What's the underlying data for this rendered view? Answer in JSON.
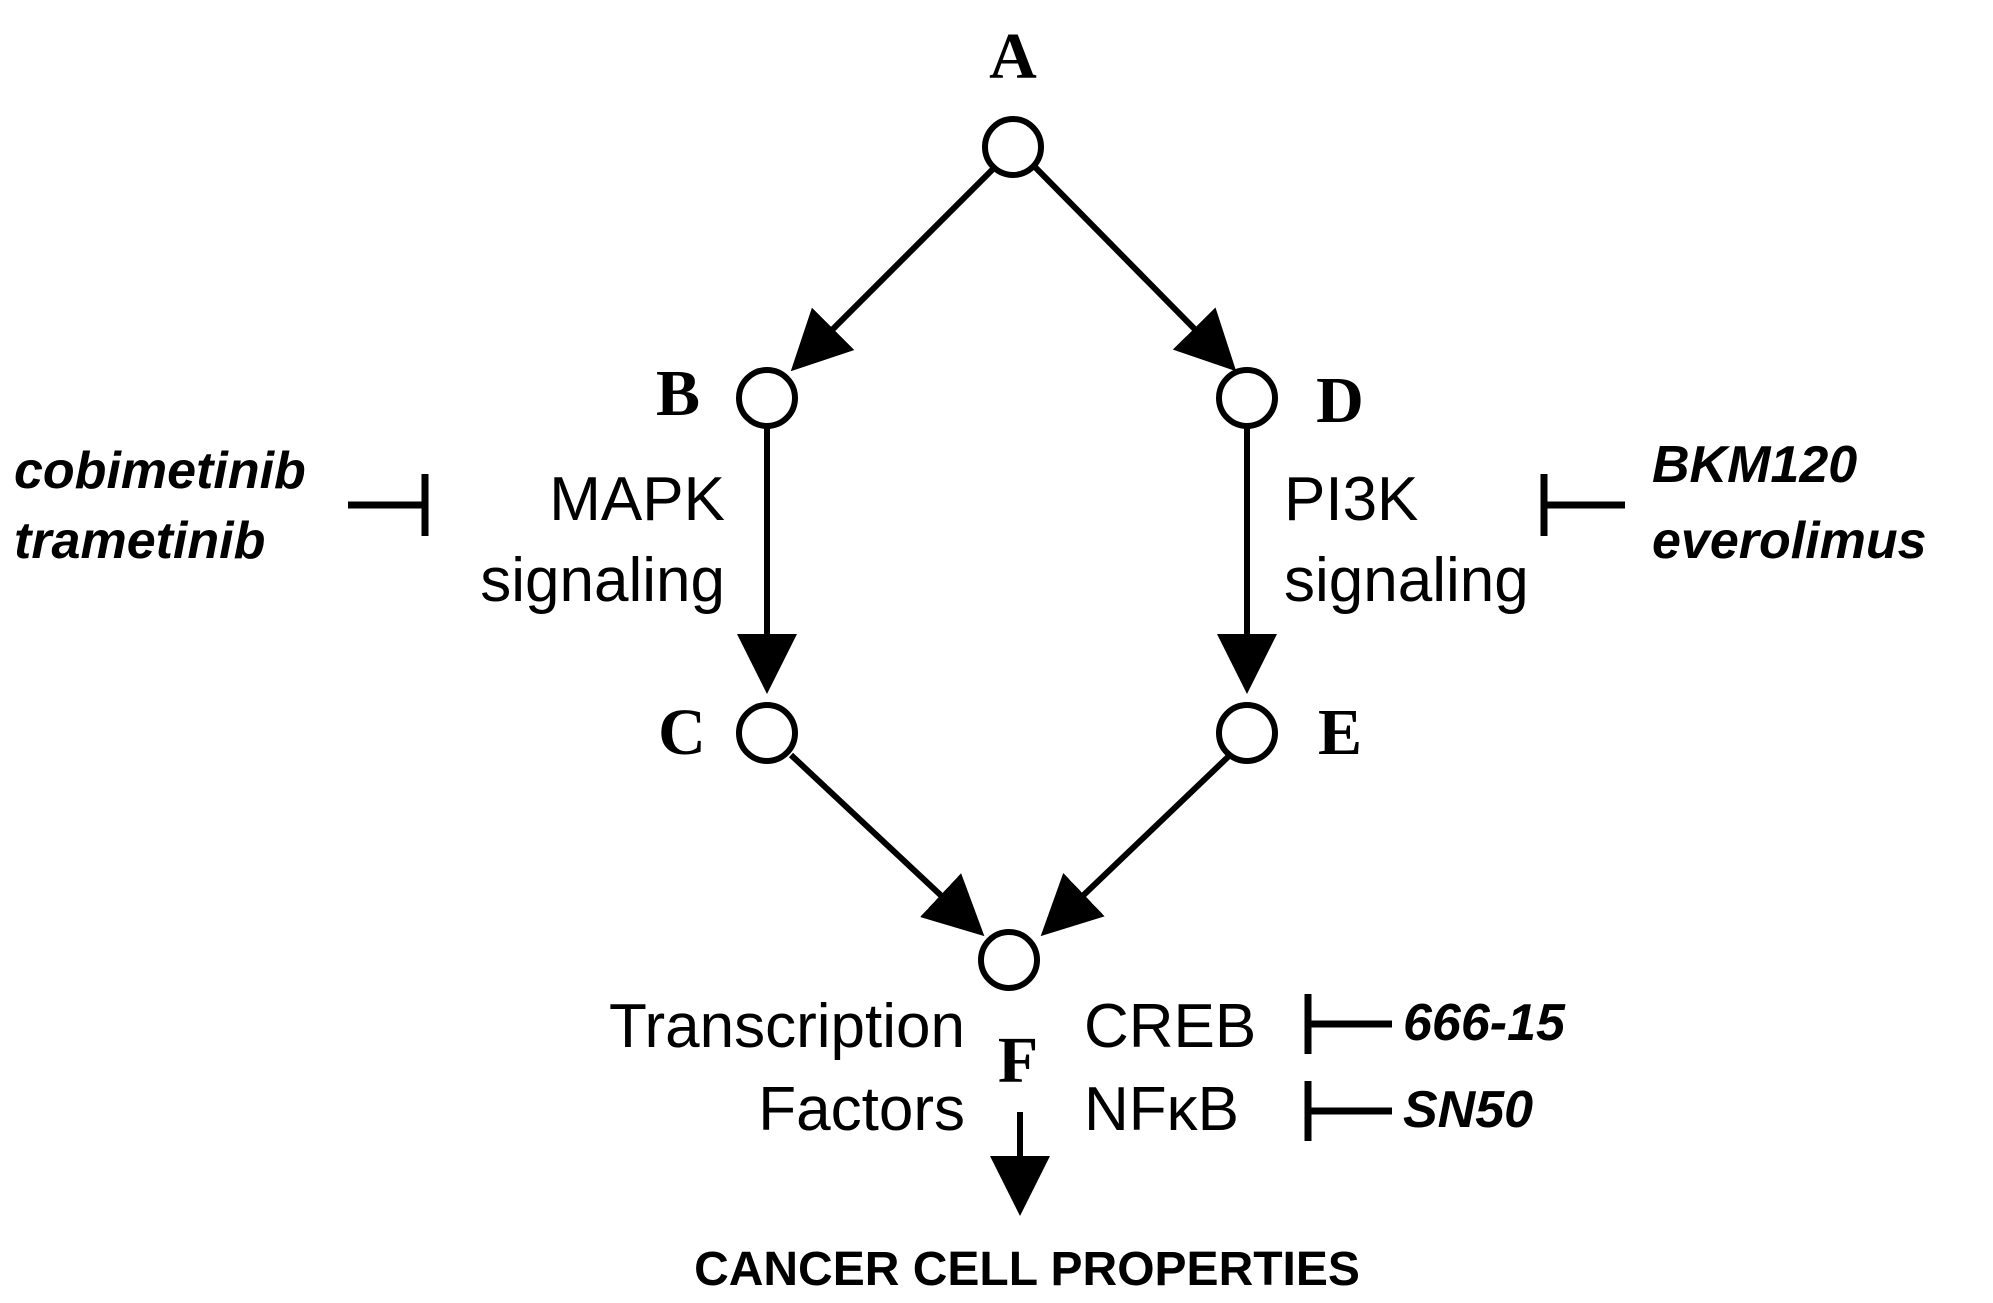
{
  "nodes": {
    "a": "A",
    "b": "B",
    "c": "C",
    "d": "D",
    "e": "E",
    "f": "F"
  },
  "pathways": {
    "mapk": {
      "line1": "MAPK",
      "line2": "signaling"
    },
    "pi3k": {
      "line1": "PI3K",
      "line2": "signaling"
    }
  },
  "transcription_factors": {
    "label_line1": "Transcription",
    "label_line2": "Factors",
    "creb": "CREB",
    "nfkb": "NFκB"
  },
  "inhibitors": {
    "mapk": [
      "cobimetinib",
      "trametinib"
    ],
    "pi3k": [
      "BKM120",
      "everolimus"
    ],
    "creb": "666-15",
    "nfkb": "SN50"
  },
  "outcome": "CANCER CELL PROPERTIES",
  "colors": {
    "stroke": "#000000",
    "background": "#ffffff"
  }
}
